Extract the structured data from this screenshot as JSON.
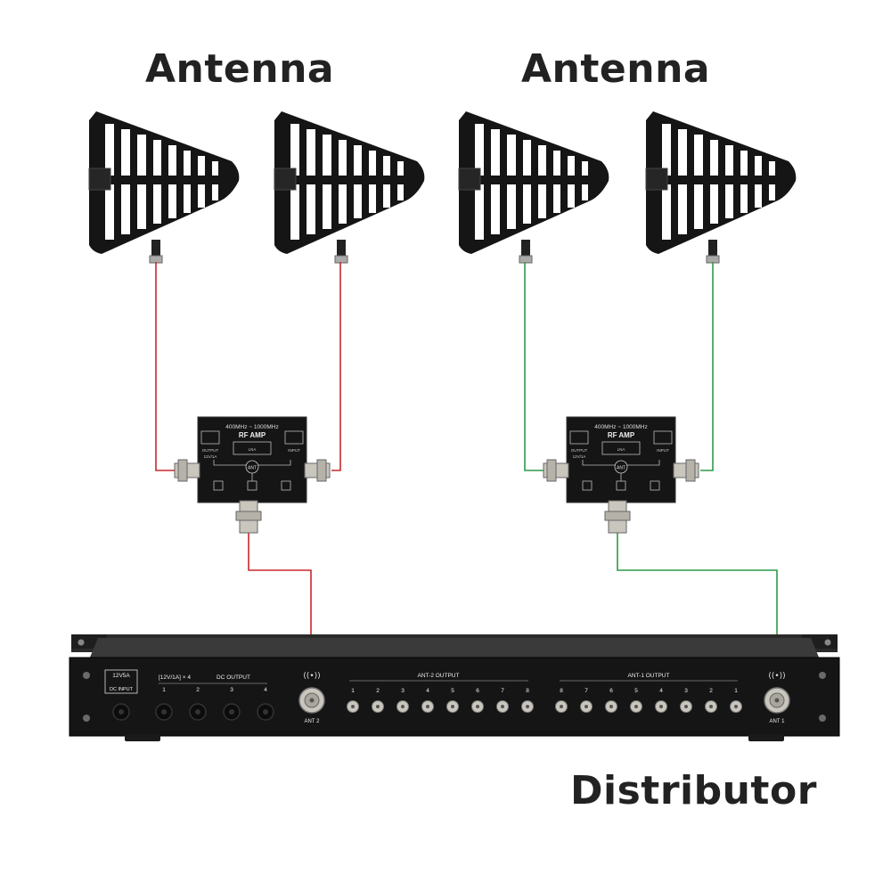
{
  "labels": {
    "antenna_left": "Antenna",
    "antenna_right": "Antenna",
    "distributor": "Distributor"
  },
  "amplifier": {
    "freq_range": "400MHz ~ 1000MHz",
    "title": "RF AMP",
    "input_label": "INPUT",
    "output_label": "OUTPUT",
    "power_label": "12V/1A",
    "gain_label": "LNA",
    "center_label": "ANT"
  },
  "distributor": {
    "dc_input_rating": "12V5A",
    "dc_input_label": "DC INPUT",
    "dc_output_rating": "[12V/1A] × 4",
    "dc_output_label": "DC OUTPUT",
    "dc_output_ports": [
      "1",
      "2",
      "3",
      "4"
    ],
    "ant2_label": "ANT 2",
    "ant2_output_label": "ANT-2 OUTPUT",
    "ant2_ports": [
      "1",
      "2",
      "3",
      "4",
      "5",
      "6",
      "7",
      "8"
    ],
    "ant1_output_label": "ANT-1 OUTPUT",
    "ant1_ports": [
      "8",
      "7",
      "6",
      "5",
      "4",
      "3",
      "2",
      "1"
    ],
    "ant1_label": "ANT 1"
  },
  "colors": {
    "cable_red": "#c8282d",
    "cable_green": "#2e9a4a",
    "device_body": "#151515",
    "connector_metal": "#c9c6bd",
    "label_text": "#222222"
  },
  "icons": [
    "log-periodic-antenna-icon",
    "bnc-connector-icon",
    "wireless-icon"
  ]
}
